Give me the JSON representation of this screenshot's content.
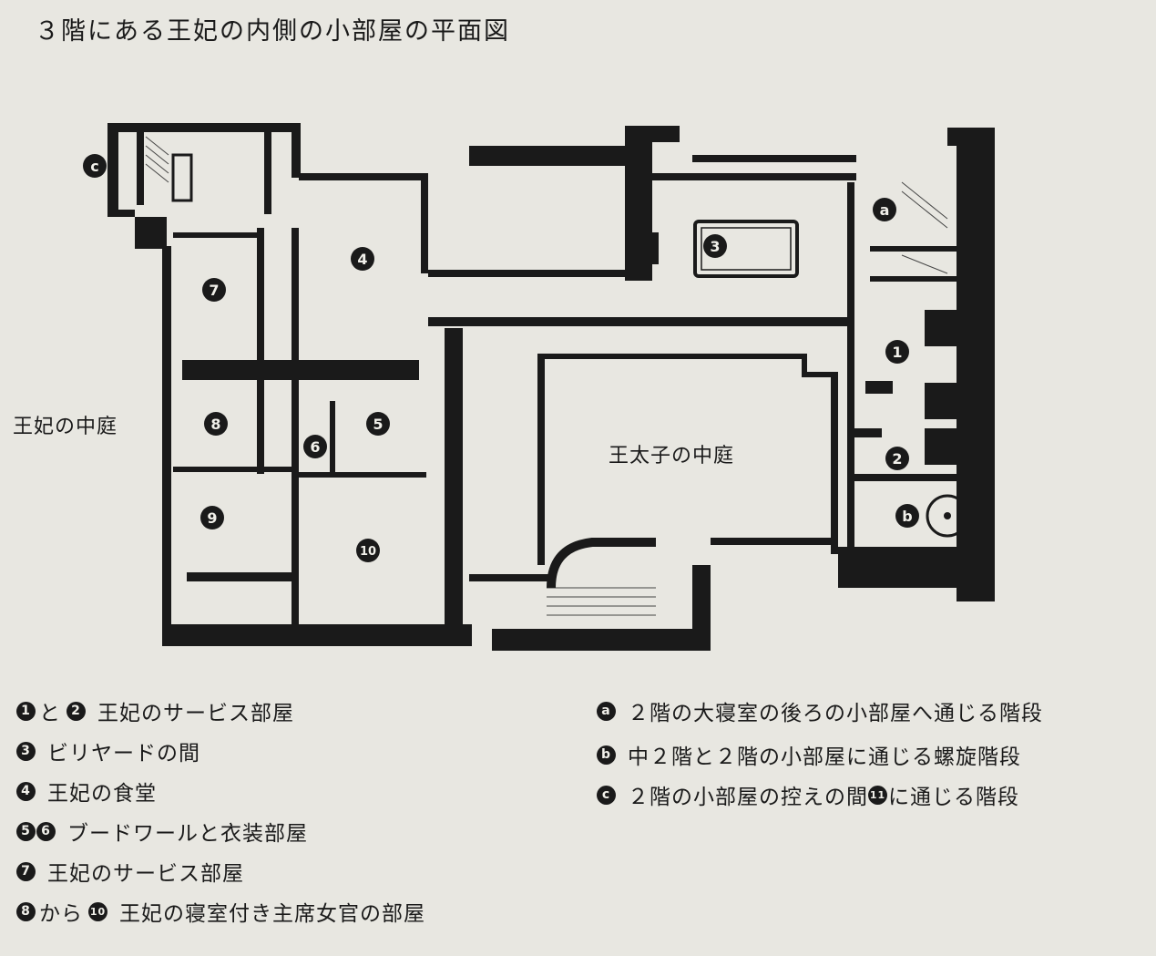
{
  "title": "３階にある王妃の内側の小部屋の平面図",
  "plan": {
    "courtyard_queen": "王妃の中庭",
    "courtyard_dauphin": "王太子の中庭",
    "markers": {
      "m1": "1",
      "m2": "2",
      "m3": "3",
      "m4": "4",
      "m5": "5",
      "m6": "6",
      "m7": "7",
      "m8": "8",
      "m9": "9",
      "m10": "10",
      "ma": "a",
      "mb": "b",
      "mc": "c"
    }
  },
  "legend_left": [
    {
      "badges": [
        "1",
        "2"
      ],
      "joiner": "と",
      "text": "王妃のサービス部屋"
    },
    {
      "badges": [
        "3"
      ],
      "text": "ビリヤードの間"
    },
    {
      "badges": [
        "4"
      ],
      "text": "王妃の食堂"
    },
    {
      "badges": [
        "5",
        "6"
      ],
      "text": "ブードワールと衣装部屋"
    },
    {
      "badges": [
        "7"
      ],
      "text": "王妃のサービス部屋"
    },
    {
      "badges": [
        "8",
        "10"
      ],
      "joiner": "から",
      "text": "王妃の寝室付き主席女官の部屋"
    }
  ],
  "legend_right": [
    {
      "badge": "a",
      "text": "２階の大寝室の後ろの小部屋へ通じる階段"
    },
    {
      "badge": "b",
      "text": "中２階と２階の小部屋に通じる螺旋階段"
    },
    {
      "badge": "c",
      "text_before": "２階の小部屋の控えの間",
      "inline_badge": "11",
      "text_after": "に通じる階段"
    }
  ],
  "colors": {
    "background": "#e8e7e1",
    "ink": "#1a1a1a",
    "paper_in_badge": "#f1f0ea"
  }
}
